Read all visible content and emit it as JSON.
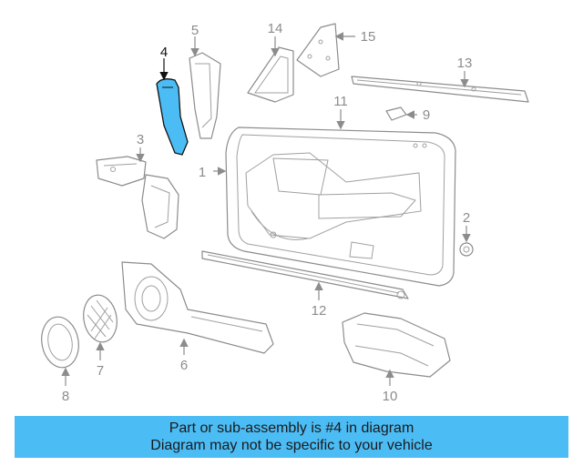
{
  "callouts": [
    "1",
    "2",
    "3",
    "4",
    "5",
    "6",
    "7",
    "8",
    "9",
    "10",
    "11",
    "12",
    "13",
    "14",
    "15"
  ],
  "highlight_color": "#4cbcf5",
  "banner": {
    "line1": "Part or sub-assembly is #4 in diagram",
    "line2": "Diagram may not be specific to your vehicle",
    "color": "#4cbcf5"
  }
}
